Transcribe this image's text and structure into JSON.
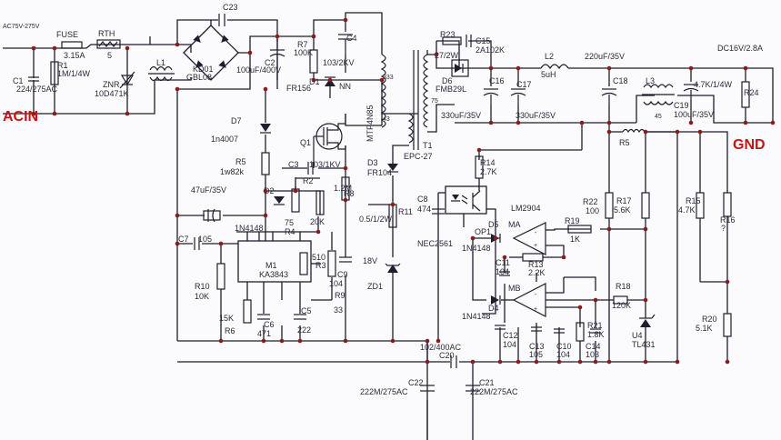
{
  "labels": {
    "ac_range": "AC75V-275V",
    "fuse": "FUSE",
    "fuse_value": "3.15A",
    "rth": "RTH",
    "rth_value": "5",
    "c1": "C1",
    "c1_value": "224/275AC",
    "r1": "R1",
    "r1_value": "1M/1/4W",
    "znr": "ZNR",
    "znr_value": "10D471K",
    "l1": "L1",
    "acin": "ACIN",
    "c23": "C23",
    "kbl": "KD01",
    "gbl08": "GBL08",
    "c2": "C2",
    "c2_value": "100uF/400V",
    "r7": "R7",
    "r7_value": "100K",
    "c4": "C4",
    "c4_value": "103/2KV",
    "d1": "D1",
    "d1_part": "FR156",
    "d7": "D7",
    "d7_part": "1n4007",
    "r5": "R5",
    "r5_value": "1w82k",
    "q1": "Q1",
    "q1_part": "MTP4N85",
    "c3": "C3",
    "c3_value": "103/1KV",
    "pin_nn": "NN",
    "winding_top": "333",
    "winding_mid": "43",
    "d3": "D3",
    "d3_part": "FR104",
    "t1": "T1",
    "t1_part": "EPC-27",
    "cap_47uf": "47uF/35V",
    "d2": "D2",
    "d2_part": "1N4148",
    "r2": "R2",
    "r2_value": "20K",
    "r4": "R4",
    "r4_value": "75",
    "r8": "R8",
    "r8_value": "1.2M",
    "r11": "R11",
    "r11_value": "0.5/1/2W",
    "c7": "C7",
    "c7_value": "105",
    "m1": "M1",
    "m1_part": "KA3843",
    "r3": "R3",
    "r3_value": "510",
    "c9": "C9",
    "c9_value": "104",
    "zd1": "ZD1",
    "zd1_value": "18V",
    "r9": "R9",
    "r9_value": "33",
    "r10": "R10",
    "r10_value": "10K",
    "r6": "R6",
    "r6_value": "15K",
    "c6": "C6",
    "c6_value": "471",
    "c5": "C5",
    "c5_value": "222",
    "r23": "R23",
    "r23_value": "27/2W",
    "c15": "C15",
    "c15_value": "2A102K",
    "d6": "D6",
    "d6_part": "FMB29L",
    "winding_sec": "75",
    "c16": "C16",
    "c16_value": "330uF/35V",
    "c17": "C17",
    "c17_value": "330uF/35V",
    "l2": "L2",
    "l2_value": "5uH",
    "c18": "C18",
    "c18_value": "220uF/35V",
    "l3": "L3",
    "l3_mark": "45",
    "dc_out": "DC16V/2.8A",
    "c19": "C19",
    "c19_value_a": "4.7K/1/4W",
    "c19_value_b": "100uF/35V",
    "r24": "R24",
    "gnd": "GND",
    "r5_sec": "R5",
    "r14": "R14",
    "r14_value": "2.7K",
    "c8": "C8",
    "c8_value": "474",
    "lm2904": "LM2904",
    "op1": "OP1",
    "nec2561": "NEC2561",
    "d5": "D5",
    "d5_part": "1N4148",
    "ma": "MA",
    "r19": "R19",
    "r19_value": "1K",
    "r22": "R22",
    "r22_value": "100",
    "r17": "R17",
    "r17_value": "5.6K",
    "r15": "R15",
    "r15_value": "4.7K",
    "r16": "R16",
    "r16_value": "?",
    "c11": "C11",
    "c11_value": "104",
    "r13": "R13",
    "r13_value": "2.2K",
    "mb": "MB",
    "d4": "D4",
    "d4_part": "1N4148",
    "r18": "R18",
    "r18_value": "120K",
    "u4": "U4",
    "u4_part": "TL431",
    "r20": "R20",
    "r20_value": "5.1K",
    "r21": "R21",
    "r21_value": "1.8K",
    "c12": "C12",
    "c12_value": "104",
    "c13": "C13",
    "c13_value": "105",
    "c10": "C10",
    "c10_value": "104",
    "c14": "C14",
    "c14_value": "103",
    "c20": "C20",
    "c20_value": "102/400AC",
    "c22": "C22",
    "c22_value": "222M/275AC",
    "c21": "C21",
    "c21_value": "222M/275AC"
  },
  "colors": {
    "wire": "#1e1e2e",
    "junction": "#8b1a1a",
    "terminal_label": "#c81414",
    "background": "#fbfbfd"
  }
}
